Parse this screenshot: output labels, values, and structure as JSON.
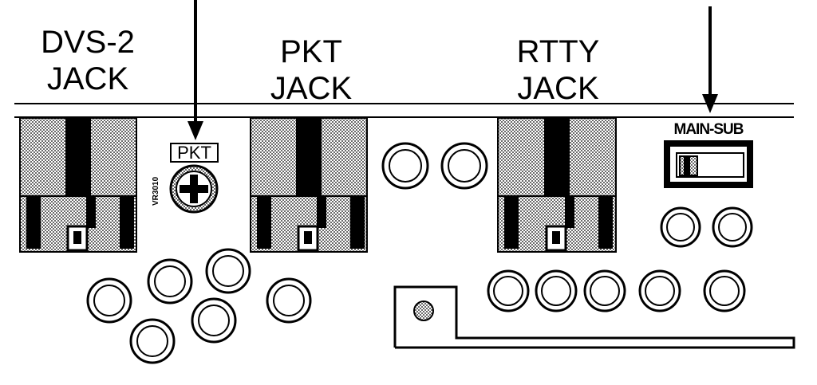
{
  "labels": {
    "dvs2": {
      "line1": "DVS-2",
      "line2": "JACK"
    },
    "pkt_jack": {
      "line1": "PKT",
      "line2": "JACK"
    },
    "rtty": {
      "line1": "RTTY",
      "line2": "JACK"
    },
    "main_sub": "MAIN-SUB",
    "pkt_trimmer": "PKT",
    "trimmer_ref": "VR3010"
  },
  "colors": {
    "ink": "#000000",
    "paper": "#ffffff",
    "stipple": "#bdbdbd"
  }
}
